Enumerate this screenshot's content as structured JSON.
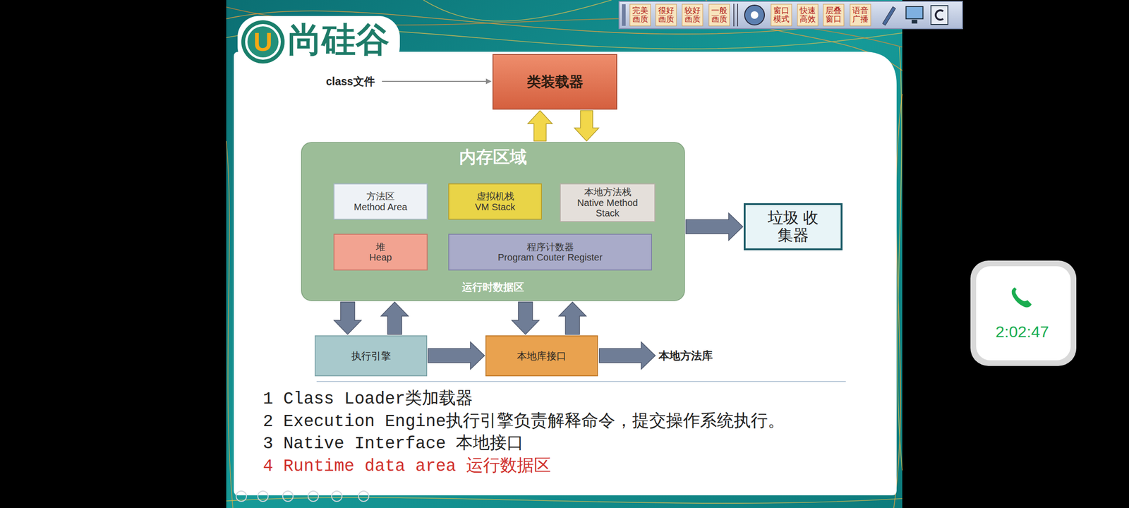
{
  "diagram": {
    "nodes": [
      {
        "text": [
          "类装载器"
        ]
      },
      {
        "text": [
          "内存区域",
          "运行时数据区"
        ]
      },
      {
        "text": [
          "方法区",
          "Method Area"
        ],
        "in": 1
      },
      {
        "text": [
          "虚拟机栈",
          "VM Stack"
        ],
        "in": 1
      },
      {
        "text": [
          "本地方法栈",
          "Native Method Stack"
        ],
        "in": 1
      },
      {
        "text": [
          "堆",
          "Heap"
        ],
        "in": 1
      },
      {
        "text": [
          "程序计数器",
          "Program Couter Register"
        ],
        "in": 1
      },
      {
        "text": [
          "垃圾 收集器"
        ]
      },
      {
        "text": [
          "执行引擎"
        ]
      },
      {
        "text": [
          "本地库接口"
        ]
      }
    ],
    "edges": [
      {
        "from": 1,
        "to": 0,
        "arrow": "to"
      },
      {
        "from": 0,
        "to": 1,
        "arrow": "to"
      },
      {
        "from": 1,
        "to": 7,
        "arrow": "to"
      },
      {
        "from": 1,
        "to": 8,
        "arrow": "to"
      },
      {
        "from": 8,
        "to": 1,
        "arrow": "to"
      },
      {
        "from": 1,
        "to": 9,
        "arrow": "to"
      },
      {
        "from": 9,
        "to": 1,
        "arrow": "to"
      },
      {
        "from": 8,
        "to": 9,
        "arrow": "to"
      }
    ],
    "labels": [
      "U",
      "尚硅谷",
      "完美 画质",
      "很好 画质",
      "较好 画质",
      "一般 画质",
      "窗口 模式",
      "快速 高效",
      "层叠 窗口",
      "语音 广播",
      "class文件",
      "本地方法库",
      "1 Class Loader类加载器",
      "2 Execution Engine执行引擎负责解释命令，提交操作系统执行。",
      "3 Native Interface 本地接口",
      "4 Runtime data area 运行数据区",
      "2:02:47"
    ]
  }
}
